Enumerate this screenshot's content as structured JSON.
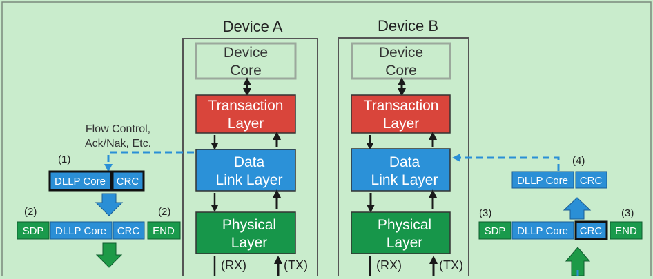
{
  "device_a": {
    "title": "Device A",
    "core_line1": "Device",
    "core_line2": "Core",
    "transaction_line1": "Transaction",
    "transaction_line2": "Layer",
    "datalink_line1": "Data",
    "datalink_line2": "Link Layer",
    "physical_line1": "Physical",
    "physical_line2": "Layer",
    "rx": "(RX)",
    "tx": "(TX)"
  },
  "device_b": {
    "title": "Device B",
    "core_line1": "Device",
    "core_line2": "Core",
    "transaction_line1": "Transaction",
    "transaction_line2": "Layer",
    "datalink_line1": "Data",
    "datalink_line2": "Link Layer",
    "physical_line1": "Physical",
    "physical_line2": "Layer",
    "rx": "(RX)",
    "tx": "(TX)"
  },
  "left_flow": {
    "annotation_line1": "Flow Control,",
    "annotation_line2": "Ack/Nak, Etc.",
    "step1": "(1)",
    "step2_left": "(2)",
    "step2_right": "(2)",
    "packet1": {
      "core": "DLLP Core",
      "crc": "CRC"
    },
    "packet2": {
      "sdp": "SDP",
      "core": "DLLP Core",
      "crc": "CRC",
      "end": "END"
    }
  },
  "right_flow": {
    "step4": "(4)",
    "step3_left": "(3)",
    "step3_right": "(3)",
    "packet4": {
      "core": "DLLP Core",
      "crc": "CRC"
    },
    "packet3": {
      "sdp": "SDP",
      "core": "DLLP Core",
      "crc": "CRC",
      "end": "END"
    }
  },
  "colors": {
    "background": "#c9eccc",
    "transaction": "#d9453b",
    "data_link": "#2b91d8",
    "physical": "#17964a",
    "packet_blue": "#2b8fd6",
    "packet_green": "#1a9a4c",
    "flow_arrow": "#2a8fd6",
    "down_arrow": "#1d9a47"
  }
}
